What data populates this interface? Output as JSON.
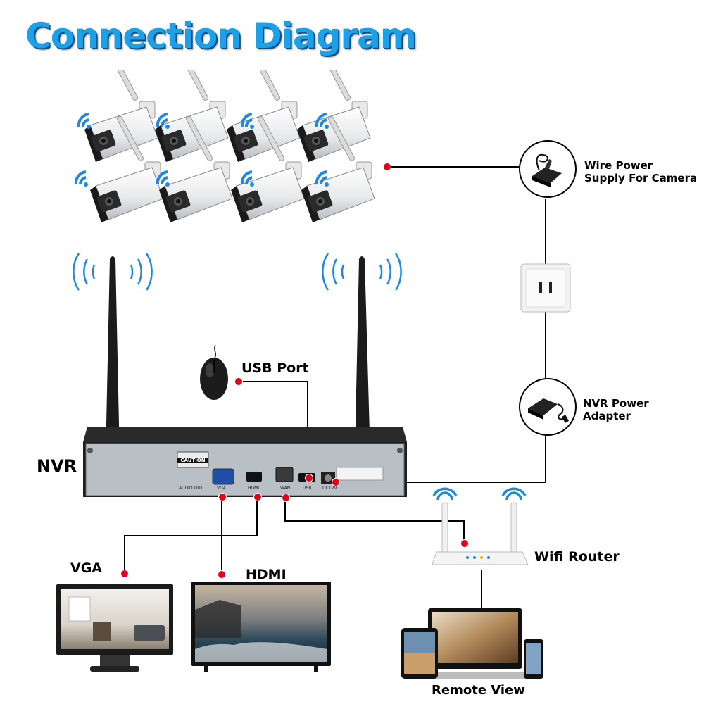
{
  "title": "Connection Diagram",
  "labels": {
    "wire_power_line1": "Wire Power",
    "wire_power_line2": "Supply For Camera",
    "usb_port": "USB Port",
    "nvr_power_line1": "NVR Power",
    "nvr_power_line2": "Adapter",
    "nvr": "NVR",
    "wifi_router": "Wifi Router",
    "vga": "VGA",
    "hdmi": "HDMI",
    "remote_view": "Remote View"
  },
  "nvr_panel": {
    "caution": "CAUTION",
    "audio_out": "AUDIO OUT",
    "vga": "VGA",
    "hdmi": "HDMI",
    "wan": "WAN",
    "usb": "USB",
    "dc": "DC12V"
  },
  "colors": {
    "title": "#1ea0e6",
    "wifi": "#1e88e5",
    "connector_dot": "#e3001b",
    "nvr_body": "#1e1e1e",
    "nvr_panel": "#b8c0c6"
  },
  "icons": {
    "camera": "bullet-camera-icon",
    "wifi": "wifi-icon",
    "power_adapter": "power-adapter-icon",
    "outlet": "wall-outlet-icon",
    "mouse": "mouse-icon",
    "router": "router-icon",
    "monitor": "monitor-icon",
    "tv": "tv-icon",
    "devices": "tablet-laptop-phone-icon"
  }
}
